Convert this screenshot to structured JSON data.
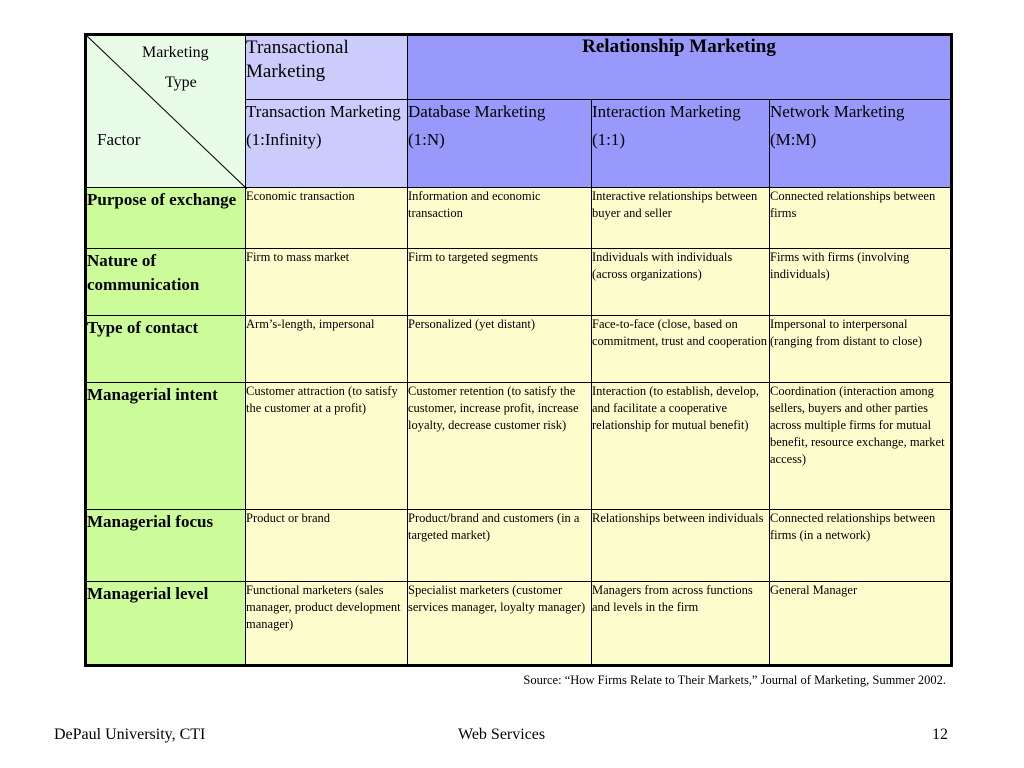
{
  "table": {
    "corner": {
      "type_line1": "Marketing",
      "type_line2": "Type",
      "factor": "Factor"
    },
    "header": {
      "transactional": "Transactional Marketing",
      "relationship": "Relationship Marketing"
    },
    "subheaders": [
      {
        "name": "Transaction Marketing",
        "ratio": "(1:Infinity)"
      },
      {
        "name": "Database Marketing",
        "ratio": "(1:N)"
      },
      {
        "name": "Interaction Marketing",
        "ratio": "(1:1)"
      },
      {
        "name": "Network Marketing",
        "ratio": "(M:M)"
      }
    ],
    "rows": [
      {
        "factor": "Purpose of exchange",
        "cells": [
          "Economic transaction",
          "Information and economic transaction",
          "Interactive relationships between buyer and seller",
          "Connected relationships between firms"
        ]
      },
      {
        "factor": "Nature of communication",
        "cells": [
          "Firm to mass market",
          "Firm to targeted segments",
          "Individuals with individuals (across organizations)",
          "Firms with firms (involving individuals)"
        ]
      },
      {
        "factor": "Type of contact",
        "cells": [
          "Arm’s-length, impersonal",
          "Personalized (yet distant)",
          "Face-to-face (close, based on commitment, trust and cooperation",
          "Impersonal to interpersonal (ranging from distant to close)"
        ]
      },
      {
        "factor": "Managerial intent",
        "cells": [
          "Customer attraction (to satisfy the customer at a profit)",
          "Customer retention (to satisfy the customer, increase profit, increase loyalty, decrease customer risk)",
          "Interaction (to establish, develop, and facilitate a cooperative relationship for mutual benefit)",
          "Coordination (interaction among sellers, buyers and other parties across multiple firms for mutual benefit, resource exchange, market access)"
        ]
      },
      {
        "factor": "Managerial focus",
        "cells": [
          "Product or brand",
          "Product/brand and customers (in a targeted market)",
          "Relationships between individuals",
          "Connected relationships between firms (in a network)"
        ]
      },
      {
        "factor": "Managerial level",
        "cells": [
          "Functional marketers (sales manager, product development manager)",
          "Specialist marketers (customer services manager, loyalty manager)",
          "Managers from across functions and levels in the firm",
          "General Manager"
        ]
      }
    ]
  },
  "source": "Source: “How Firms Relate to Their Markets,” Journal of Marketing, Summer 2002.",
  "footer": {
    "left": "DePaul University, CTI",
    "center": "Web Services",
    "right": "12"
  },
  "colors": {
    "corner_bg": "#e8fce8",
    "light_purple": "#ccccfc",
    "purple": "#9999fc",
    "factor_green": "#ccfc99",
    "cell_yellow": "#fcfccc"
  }
}
